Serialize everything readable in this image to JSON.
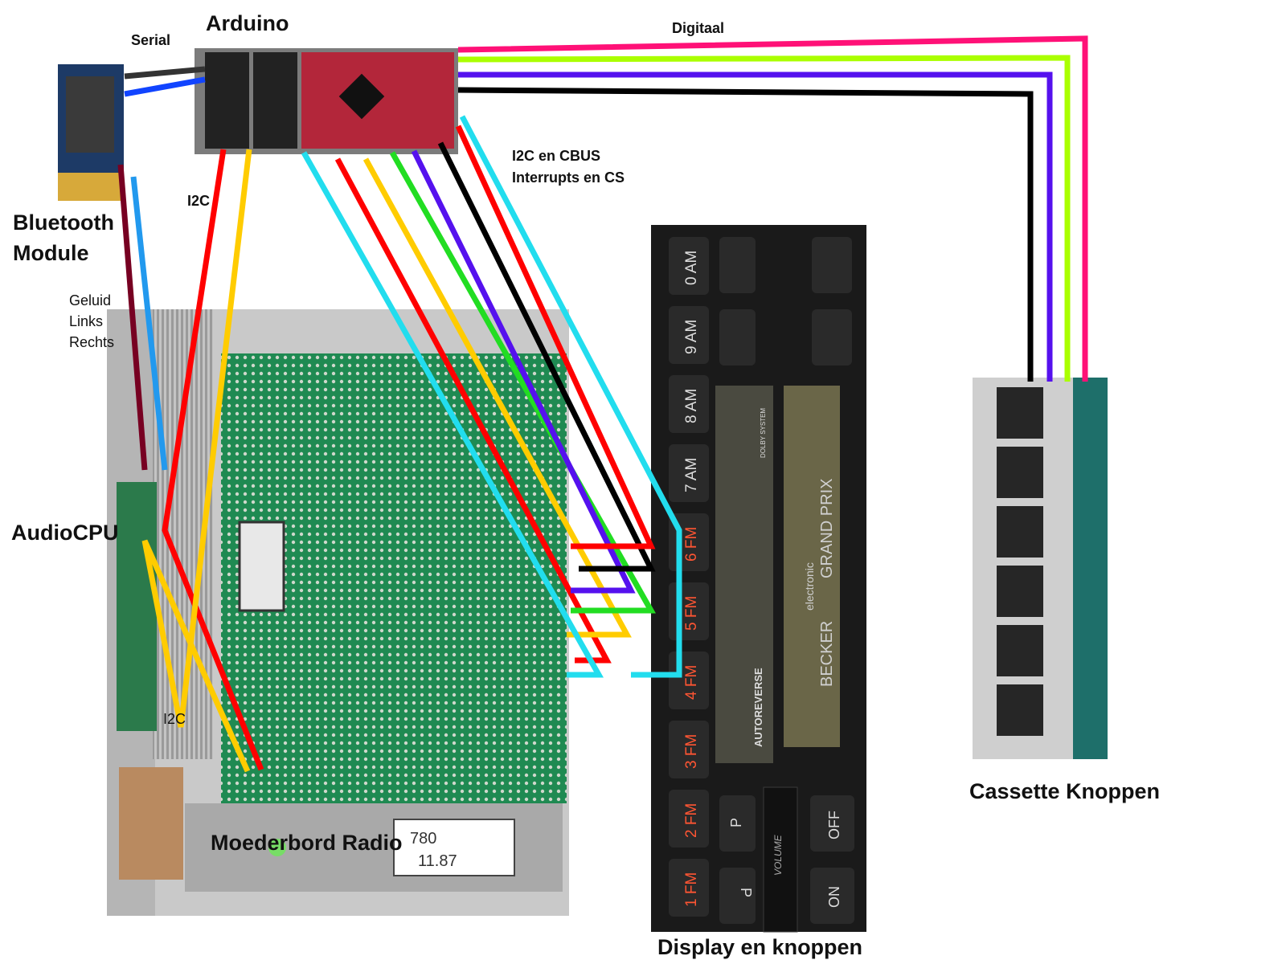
{
  "labels": {
    "arduino": "Arduino",
    "serial": "Serial",
    "digitaal": "Digitaal",
    "bluetooth_line1": "Bluetooth",
    "bluetooth_line2": "Module",
    "i2c_top": "I2C",
    "i2c_cbus_line1": "I2C en CBUS",
    "i2c_cbus_line2": "Interrupts en CS",
    "geluid_line1": "Geluid",
    "geluid_line2": "Links",
    "geluid_line3": "Rechts",
    "audiocpu": "AudioCPU",
    "i2c_audio": "I2C",
    "moederbord": "Moederbord Radio",
    "display": "Display en knoppen",
    "cassette": "Cassette Knoppen"
  },
  "radio_faceplate": {
    "brand": "BECKER",
    "model": "GRAND PRIX",
    "subtitle": "electronic",
    "autoreverse": "AUTOREVERSE",
    "dolby": "DOLBY SYSTEM",
    "volume": "VOLUME",
    "on": "ON",
    "off": "OFF",
    "p": "P",
    "presets": [
      "0 AM",
      "9 AM",
      "8 AM",
      "7 AM",
      "6 FM",
      "5 FM",
      "4 FM",
      "3 FM",
      "2 FM",
      "1 FM"
    ]
  },
  "board_marks": {
    "sticker_line1": "780",
    "sticker_line2": "11.87"
  },
  "colors": {
    "red": "#ff0000",
    "yellow": "#ffcc00",
    "green": "#22dd22",
    "purple": "#5511ee",
    "black": "#000000",
    "cyan": "#22ddee",
    "pink": "#ff1177",
    "lime": "#aaff00",
    "blue": "#1144ff",
    "darkred": "#770022",
    "skyblue": "#2299ee",
    "gray": "#333333"
  }
}
